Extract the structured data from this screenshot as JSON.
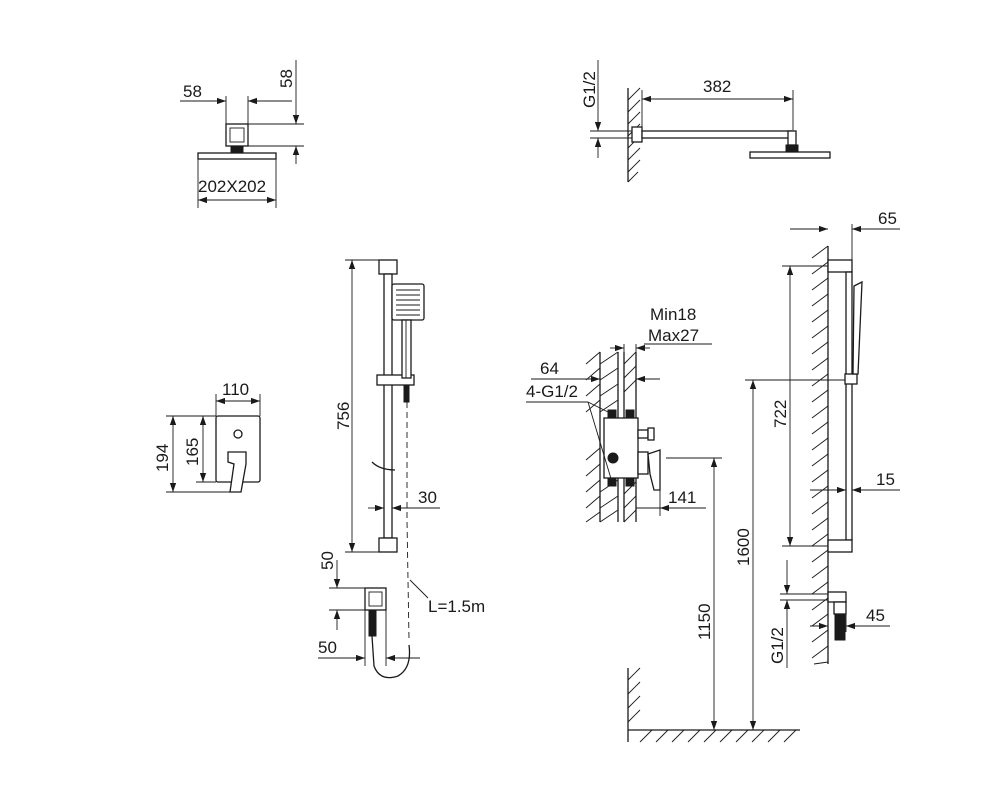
{
  "head_view": {
    "width_dim": "58",
    "height_dim": "58",
    "size_dim": "202X202"
  },
  "arm_view": {
    "length_dim": "382",
    "thread_dim": "G1/2"
  },
  "valve_front": {
    "width_dim": "110",
    "height_outer_dim": "194",
    "height_inner_dim": "165"
  },
  "rail_view": {
    "rail_length_dim": "756",
    "offset_dim": "30",
    "elbow_dim_top": "50",
    "elbow_dim_bottom": "50",
    "hose_dim": "L=1.5m"
  },
  "valve_section": {
    "wall_min_dim": "Min18",
    "wall_max_dim": "Max27",
    "depth_dim": "64",
    "thread_dim": "4-G1/2",
    "projection_dim": "141",
    "height_valve_dim": "1150",
    "height_total_dim": "1600"
  },
  "side_view": {
    "projection_dim": "65",
    "rail_length_dim": "722",
    "rail_offset_dim": "15",
    "outlet_dim": "45",
    "thread_dim": "G1/2"
  }
}
